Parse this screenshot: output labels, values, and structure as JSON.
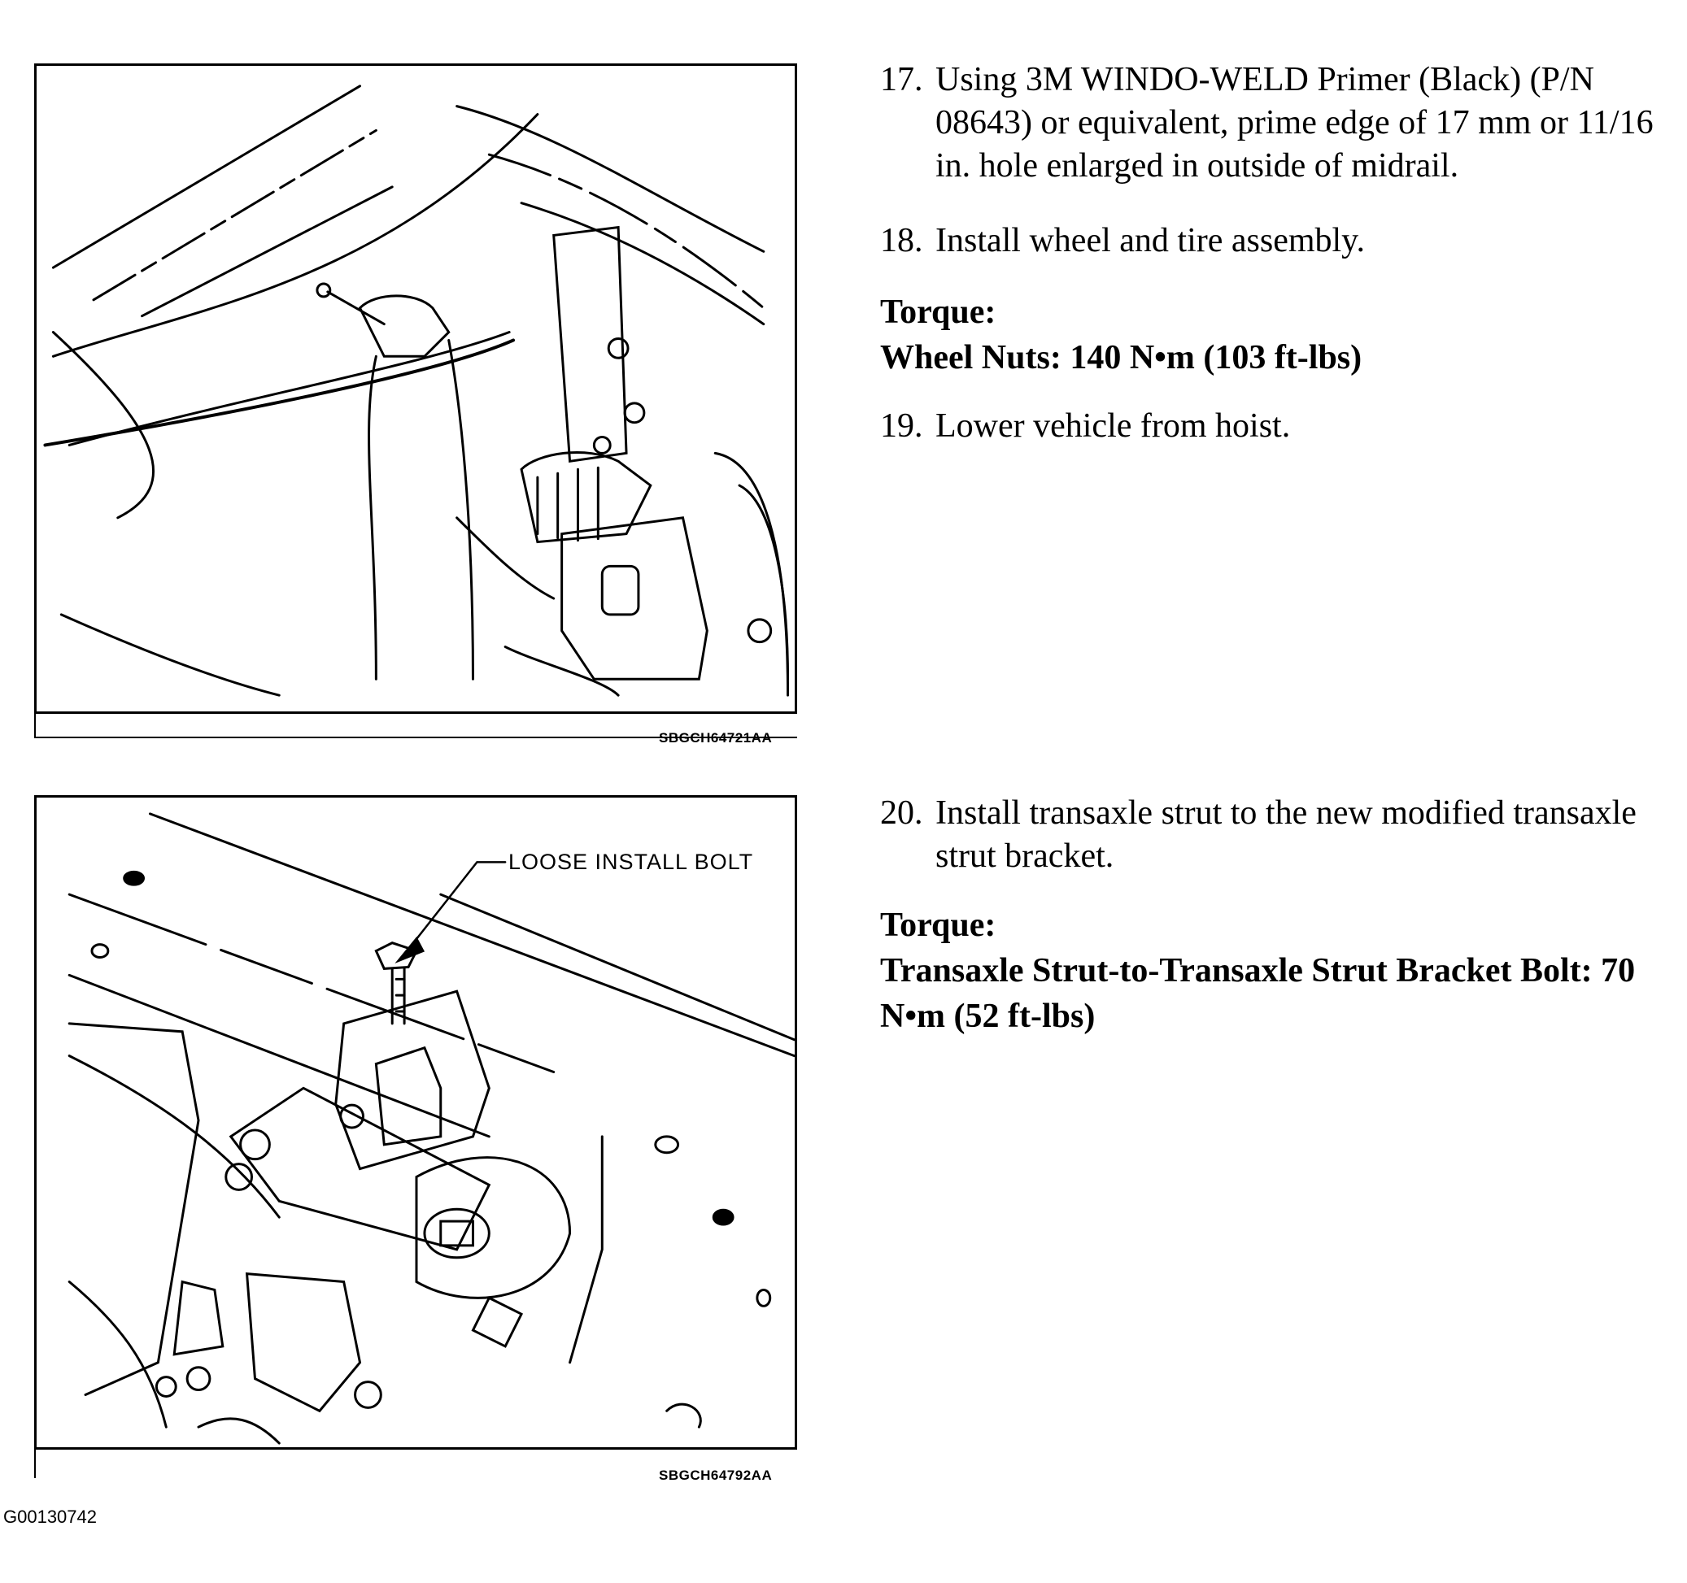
{
  "figures": [
    {
      "id": "SBGCH64721AA"
    },
    {
      "id": "SBGCH64792AA",
      "callout": "LOOSE INSTALL BOLT"
    }
  ],
  "document_id": "G00130742",
  "steps": [
    {
      "num": "17.",
      "text": "Using 3M WINDO-WELD Primer (Black) (P/N 08643) or equivalent, prime edge of 17 mm or 11/16 in. hole enlarged in outside of midrail."
    },
    {
      "num": "18.",
      "text": "Install wheel and tire assembly."
    },
    {
      "num": "19.",
      "text": "Lower vehicle from hoist."
    },
    {
      "num": "20.",
      "text": "Install transaxle strut to the new modified transaxle strut bracket."
    }
  ],
  "torque": [
    {
      "heading": "Torque:",
      "spec": "Wheel Nuts: 140 N•m (103 ft-lbs)"
    },
    {
      "heading": "Torque:",
      "spec": "Transaxle Strut-to-Transaxle Strut Bracket Bolt: 70 N•m (52 ft-lbs)"
    }
  ]
}
